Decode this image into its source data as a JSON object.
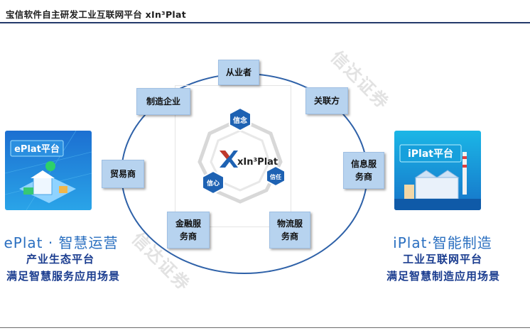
{
  "header": {
    "title": "宝信软件自主研发工业互联网平台 xIn³Plat"
  },
  "diagram": {
    "nodes": {
      "practitioner": "从业者",
      "manufacturer": "制造企业",
      "related": "关联方",
      "trader": "贸易商",
      "info_service_1": "信息服",
      "info_service_2": "务商",
      "finance_1": "金融服",
      "finance_2": "务商",
      "logistics_1": "物流服",
      "logistics_2": "务商"
    },
    "hub": {
      "logo": "xIn³Plat",
      "nian": "信念",
      "xin": "信心",
      "ren": "信任"
    }
  },
  "left_panel": {
    "badge": "ePlat平台",
    "title": "ePlat · 智慧运营",
    "sub1": "产业生态平台",
    "sub2": "满足智慧服务应用场景"
  },
  "right_panel": {
    "badge": "iPlat平台",
    "title": "iPlat·智能制造",
    "sub1": "工业互联网平台",
    "sub2": "满足智慧制造应用场景"
  },
  "watermark": {
    "text": "信达证券"
  },
  "colors": {
    "accent": "#2e61a8",
    "node_fill": "#b7d3ef",
    "panel_text": "#1a3c8f"
  }
}
